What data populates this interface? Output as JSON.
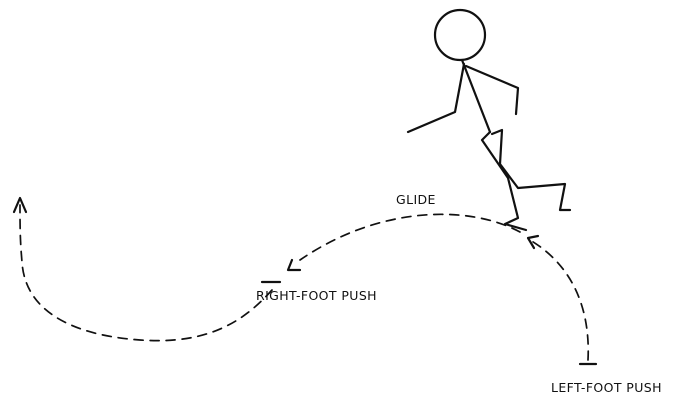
{
  "labels": {
    "glide": "GLIDE",
    "right_push": "RIGHT-FOOT PUSH",
    "left_push": "LEFT-FOOT PUSH"
  },
  "icons": {
    "figure": "stick-figure-skater",
    "start_arrow": "arrowhead-icon",
    "end_arrow": "arrowhead-icon"
  },
  "colors": {
    "ink": "#111111",
    "background": "#ffffff"
  }
}
